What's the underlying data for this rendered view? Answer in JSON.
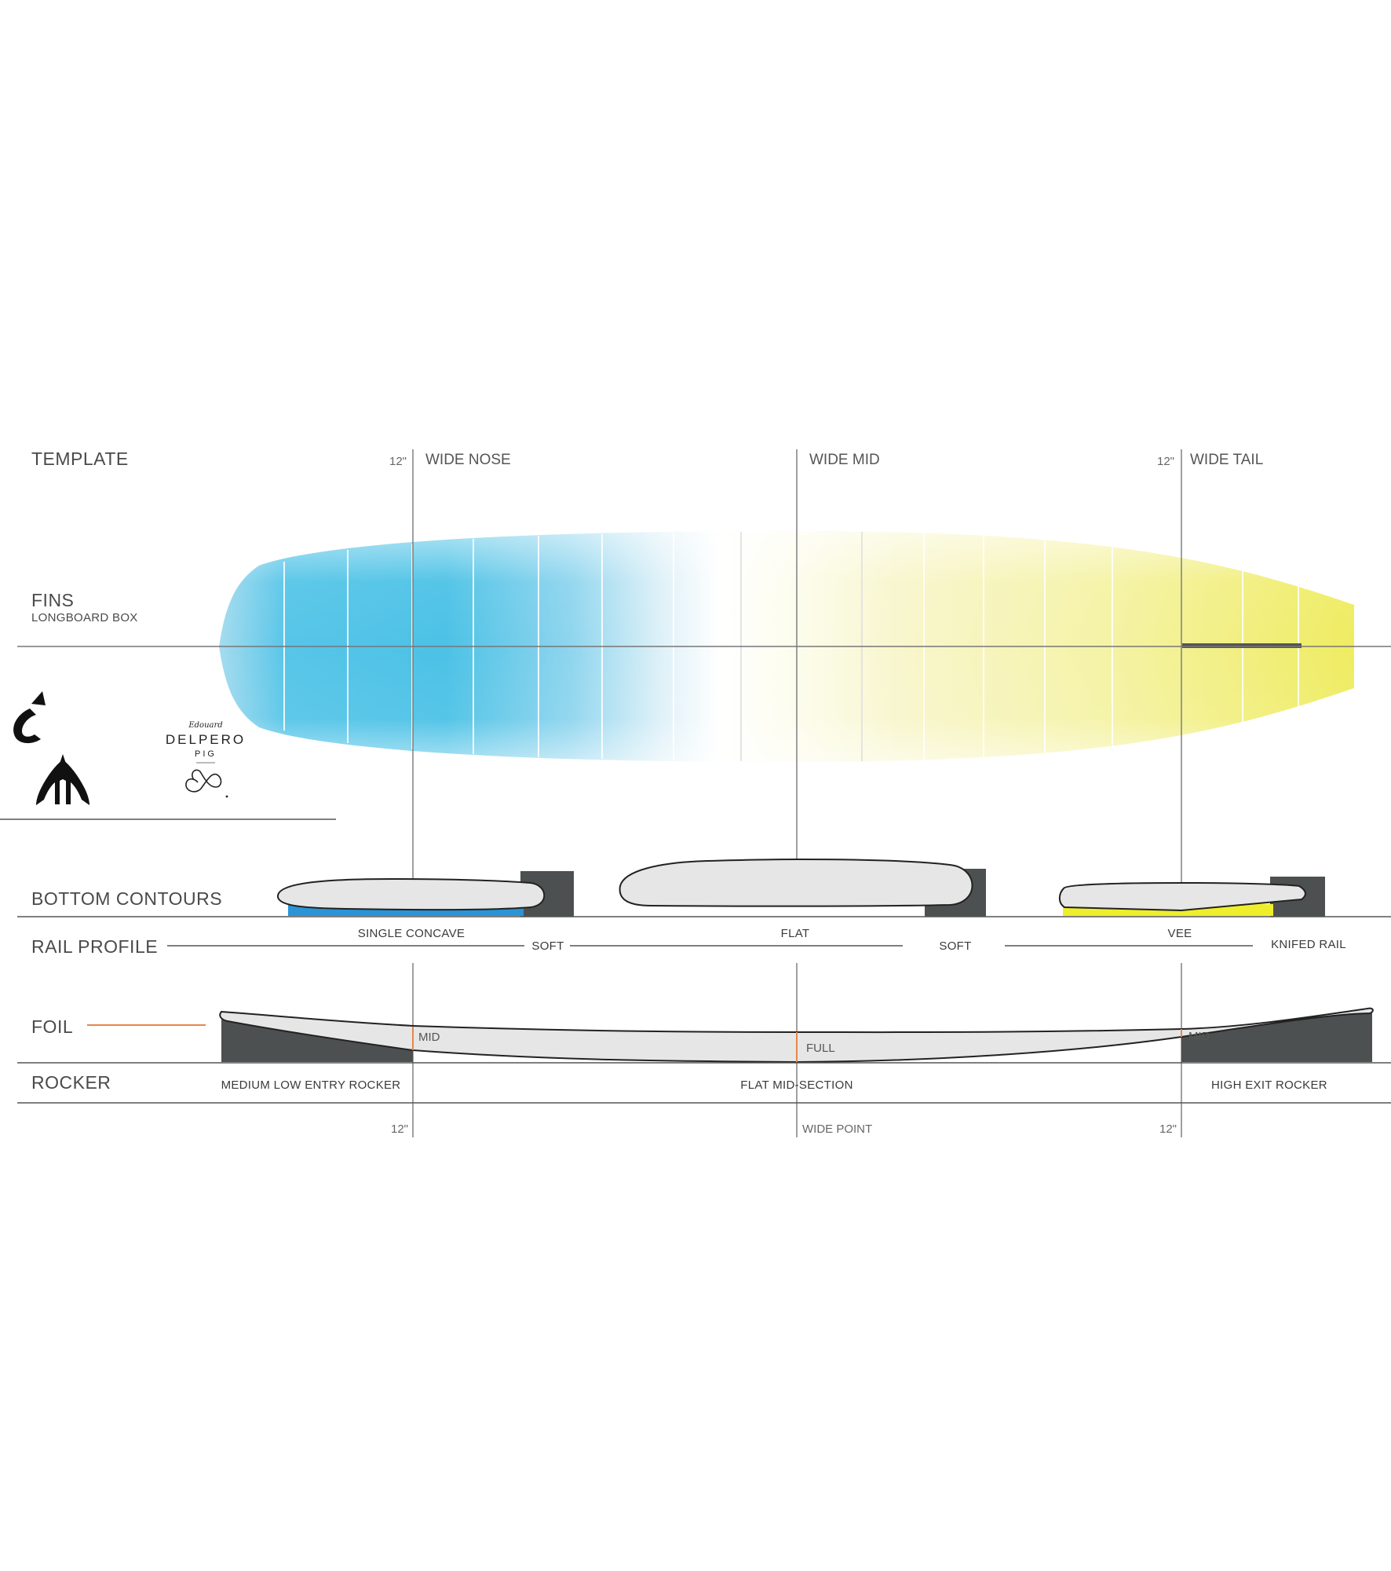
{
  "colors": {
    "nose_blue": "#52c3e6",
    "tail_yellow": "#efed64",
    "dark_block": "#4d5050",
    "foil_accent": "#e4874a",
    "concave_blue": "#2a94d6",
    "vee_yellow": "#eeee2c",
    "contour_fill": "#e6e6e6"
  },
  "sections": {
    "template": "TEMPLATE",
    "fins": "FINS",
    "fins_sub": "LONGBOARD BOX",
    "bottom_contours": "BOTTOM  CONTOURS",
    "rail_profile": "RAIL PROFILE",
    "foil": "FOIL",
    "rocker": "ROCKER"
  },
  "template_markers": {
    "nose_dim": "12\"",
    "nose_label": "WIDE NOSE",
    "mid_label": "WIDE MID",
    "tail_dim": "12\"",
    "tail_label": "WIDE TAIL"
  },
  "bottom_contours": {
    "nose": "SINGLE CONCAVE",
    "mid": "FLAT",
    "tail": "VEE"
  },
  "rail_profile": {
    "nose": "SOFT",
    "mid": "SOFT",
    "tail": "KNIFED RAIL"
  },
  "foil": {
    "nose": "MID",
    "mid": "FULL",
    "tail": "MID"
  },
  "rocker": {
    "nose": "MEDIUM LOW ENTRY ROCKER",
    "mid": "FLAT MID-SECTION",
    "tail": "HIGH EXIT ROCKER"
  },
  "bottom_markers": {
    "nose_dim": "12\"",
    "mid_label": "WIDE POINT",
    "tail_dim": "12\""
  },
  "logos": {
    "torq": "torq",
    "shaper_script": "Edouard",
    "shaper_name": "DELPERO",
    "model": "PIG"
  }
}
